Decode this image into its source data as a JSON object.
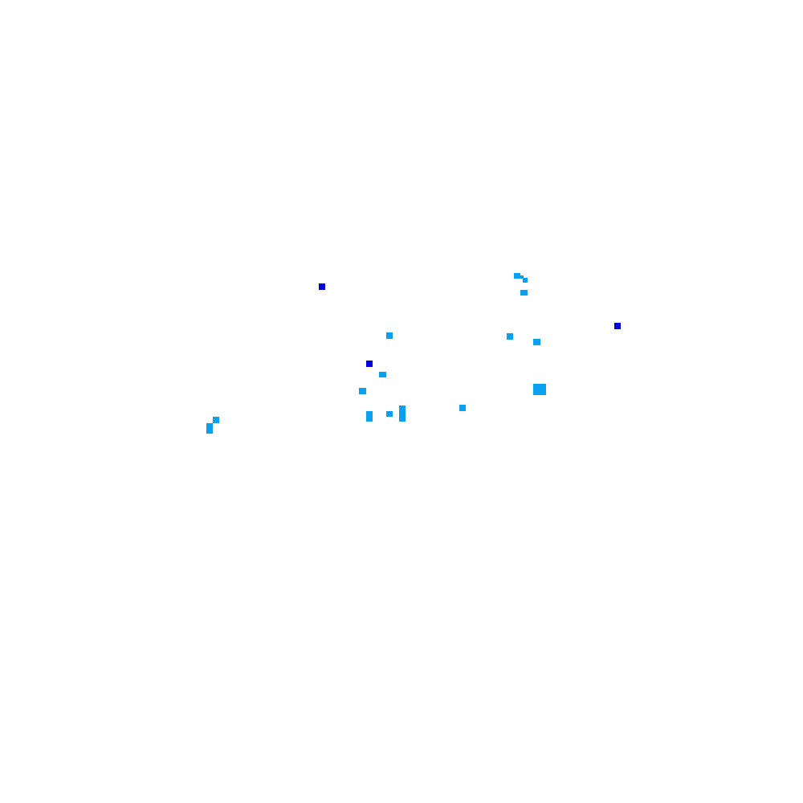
{
  "map": {
    "colors": {
      "background": "#ffffff",
      "light": "#0aa0f0",
      "dark": "#0000dc"
    },
    "tiles": [
      {
        "id": "t01",
        "tone": "dark"
      },
      {
        "id": "t02",
        "tone": "light"
      },
      {
        "id": "t03",
        "tone": "light"
      },
      {
        "id": "t04",
        "tone": "light"
      },
      {
        "id": "t05",
        "tone": "light"
      },
      {
        "id": "t06",
        "tone": "dark"
      },
      {
        "id": "t07",
        "tone": "light"
      },
      {
        "id": "t08",
        "tone": "light"
      },
      {
        "id": "t09",
        "tone": "light"
      },
      {
        "id": "t10",
        "tone": "dark"
      },
      {
        "id": "t11",
        "tone": "light"
      },
      {
        "id": "t12",
        "tone": "light"
      },
      {
        "id": "t13",
        "tone": "light"
      },
      {
        "id": "t14",
        "tone": "light"
      },
      {
        "id": "t15",
        "tone": "light"
      },
      {
        "id": "t16",
        "tone": "light"
      },
      {
        "id": "t17",
        "tone": "light"
      },
      {
        "id": "t18",
        "tone": "light"
      },
      {
        "id": "t19",
        "tone": "light"
      }
    ]
  }
}
